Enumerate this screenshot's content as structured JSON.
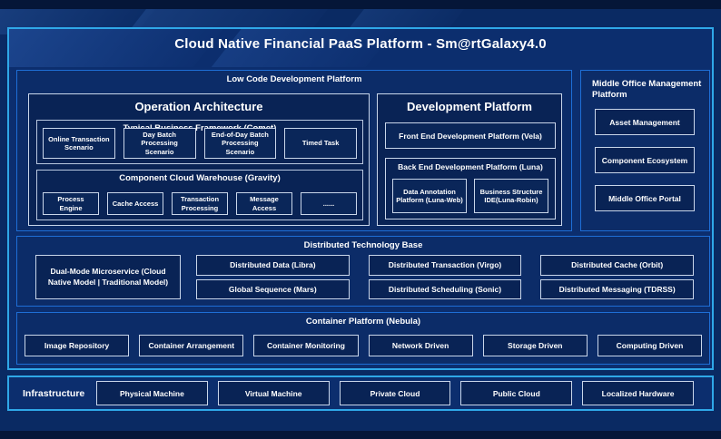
{
  "title": "Cloud Native Financial PaaS Platform - Sm@rtGalaxy4.0",
  "low_code": {
    "title": "Low Code Development Platform",
    "operation": {
      "title": "Operation Architecture",
      "framework": {
        "title": "Typical Business Framework (Comet)",
        "items": [
          "Online Transaction Scenario",
          "Day Batch Processing Scenario",
          "End-of-Day Batch Processing Scenario",
          "Timed Task"
        ]
      },
      "warehouse": {
        "title": "Component Cloud Warehouse (Gravity)",
        "items": [
          "Process Engine",
          "Cache Access",
          "Transaction Processing",
          "Message Access",
          "......"
        ]
      }
    },
    "development": {
      "title": "Development Platform",
      "front_end": "Front End Development Platform (Vela)",
      "back_end": {
        "title": "Back End Development Platform (Luna)",
        "items": [
          "Data Annotation Platform (Luna-Web)",
          "Business Structure IDE(Luna-Robin)"
        ]
      }
    }
  },
  "middle_office": {
    "title": "Middle Office Management Platform",
    "items": [
      "Asset Management",
      "Component Ecosystem",
      "Middle Office Portal"
    ]
  },
  "distributed": {
    "title": "Distributed Technology Base",
    "microservice": "Dual-Mode Microservice (Cloud Native Model | Traditional Model)",
    "grid": [
      [
        "Distributed Data (Libra)",
        "Distributed Transaction (Virgo)",
        "Distributed Cache (Orbit)"
      ],
      [
        "Global Sequence (Mars)",
        "Distributed Scheduling (Sonic)",
        "Distributed Messaging (TDRSS)"
      ]
    ]
  },
  "container": {
    "title": "Container Platform (Nebula)",
    "items": [
      "Image Repository",
      "Container Arrangement",
      "Container Monitoring",
      "Network Driven",
      "Storage Driven",
      "Computing Driven"
    ]
  },
  "infrastructure": {
    "label": "Infrastructure",
    "items": [
      "Physical Machine",
      "Virtual Machine",
      "Private Cloud",
      "Public Cloud",
      "Localized Hardware"
    ]
  },
  "colors": {
    "page_background": "#0A2A63",
    "dark_band": "#051638",
    "outer_border": "#2FA8E8",
    "section_border": "#1E6ED6",
    "box_border": "#C9D6EA",
    "panel_fill": "#092355",
    "text": "#FFFFFF"
  }
}
